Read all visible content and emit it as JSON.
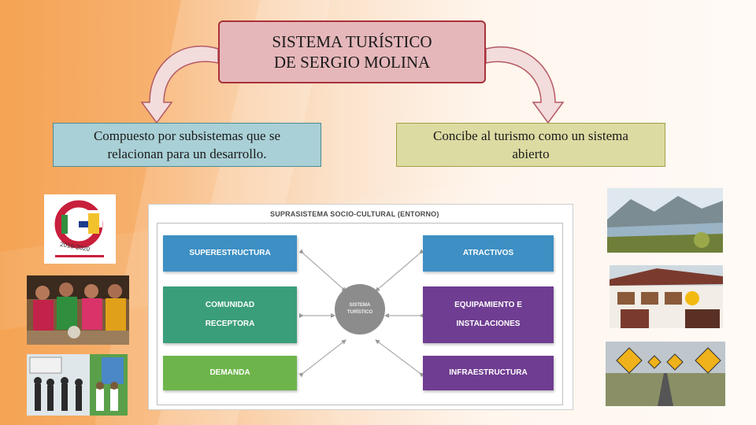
{
  "title": {
    "line1": "SISTEMA TURÍSTICO",
    "line2": "DE SERGIO MOLINA"
  },
  "left_box": {
    "line1": "Compuesto por subsistemas que se",
    "line2": "relacionan para un desarrollo."
  },
  "right_box": {
    "line1": "Concibe al turismo como un sistema",
    "line2": "abierto"
  },
  "logo": {
    "letter": "G",
    "years": "2019-2020"
  },
  "diagram": {
    "title": "SUPRASISTEMA SOCIO-CULTURAL (ENTORNO)",
    "center": {
      "line1": "SISTEMA",
      "line2": "TURÍSTICO"
    },
    "left_items": [
      {
        "line1": "SUPERESTRUCTURA",
        "line2": ""
      },
      {
        "line1": "COMUNIDAD",
        "line2": "RECEPTORA"
      },
      {
        "line1": "DEMANDA",
        "line2": ""
      }
    ],
    "right_items": [
      {
        "line1": "ATRACTIVOS",
        "line2": ""
      },
      {
        "line1": "EQUIPAMIENTO E",
        "line2": "INSTALACIONES"
      },
      {
        "line1": "INFRAESTRUCTURA",
        "line2": ""
      }
    ]
  },
  "colors": {
    "title_fill": "#e5b7ba",
    "title_border": "#a8323a",
    "left_box_fill": "#a9d0d6",
    "right_box_fill": "#dcdba2",
    "blue_box": "#3d8fc4",
    "green_box": "#3a9e7a",
    "lightgreen_box": "#6db54b",
    "purple_box": "#6f3d91",
    "arrow_fill": "#f3dcdc",
    "arrow_stroke": "#b35a63"
  },
  "icons": [
    "curved-arrow-left",
    "curved-arrow-right",
    "road-signs-photo",
    "lake-mountains-photo",
    "building-photo",
    "people-photo",
    "group-photo",
    "logo"
  ]
}
